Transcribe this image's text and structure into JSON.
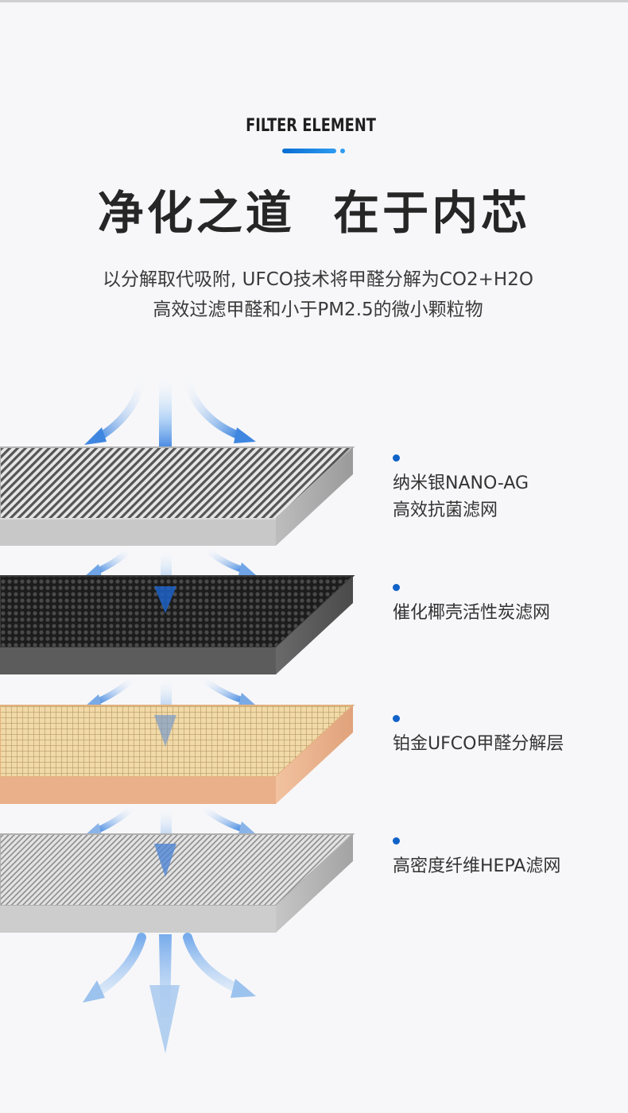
{
  "header": {
    "eyebrow": "FILTER ELEMENT",
    "headline": "净化之道  在于内芯",
    "description_line1": "以分解取代吸附, UFCO技术将甲醛分解为CO2+H2O",
    "description_line2": "高效过滤甲醛和小于PM2.5的微小颗粒物"
  },
  "colors": {
    "accent": "#0a6dd3",
    "bullet": "#1062c8",
    "text_dark": "#262626",
    "text_body": "#333333",
    "background": "#f7f7f9"
  },
  "layers": [
    {
      "line1": "纳米银NANO-AG",
      "line2": "高效抗菌滤网",
      "material": "silver-stripe"
    },
    {
      "line1": "催化椰壳活性炭滤网",
      "line2": "",
      "material": "carbon-mesh"
    },
    {
      "line1": "铂金UFCO甲醛分解层",
      "line2": "",
      "material": "copper-grid"
    },
    {
      "line1": "高密度纤维HEPA滤网",
      "line2": "",
      "material": "grey-fiber"
    }
  ]
}
